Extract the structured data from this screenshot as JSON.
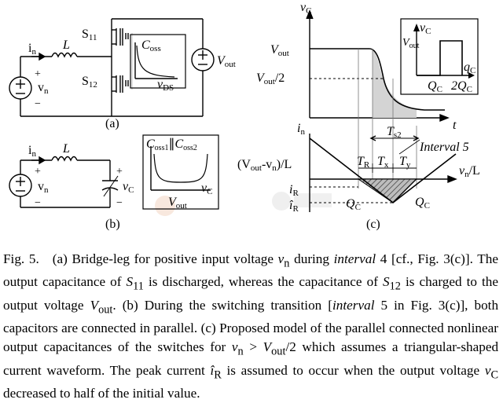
{
  "panel_a": {
    "label": "(a)",
    "current_label": "i",
    "current_sub": "n",
    "inductor": "L",
    "source_label": "v",
    "source_sub": "n",
    "plus": "+",
    "minus": "−",
    "switch_top": "S",
    "switch_top_sub": "11",
    "switch_bottom": "S",
    "switch_bottom_sub": "12",
    "inset_title": "C",
    "inset_title_sub": "oss",
    "inset_x_label": "v",
    "inset_x_sub": "DS",
    "output_label": "V",
    "output_sub": "out"
  },
  "panel_b": {
    "label": "(b)",
    "current_label": "i",
    "current_sub": "n",
    "inductor": "L",
    "source_label": "v",
    "source_sub": "n",
    "plus": "+",
    "minus": "−",
    "cap_plus": "+",
    "cap_minus": "−",
    "cap_label": "v",
    "cap_sub": "C",
    "inset_title_a": "C",
    "inset_title_a_sub": "oss1",
    "inset_title_sep": "∥",
    "inset_title_b": "C",
    "inset_title_b_sub": "oss2",
    "inset_x_label": "v",
    "inset_x_sub": "C",
    "inset_marker": "V",
    "inset_marker_sub": "out"
  },
  "panel_c": {
    "label": "(c)",
    "vc_axis": "v",
    "vc_axis_sub": "C",
    "time_axis": "t",
    "vout": "V",
    "vout_sub": "out",
    "vout_half": "V",
    "vout_half_sub": "out",
    "vout_half_suffix": "/2",
    "in_axis": "i",
    "in_axis_sub": "n",
    "slope_label": "(V",
    "slope_sub_out": "out",
    "slope_mid": "-v",
    "slope_sub_n": "n",
    "slope_end": ")/L",
    "ts2": "T",
    "ts2_sub": "s2",
    "interval": "Interval 5",
    "tr": "T",
    "tr_sub": "R",
    "tx": "T",
    "tx_sub": "x",
    "ty": "T",
    "ty_sub": "y",
    "ir": "i",
    "ir_sub": "R",
    "ir_hat": "î",
    "ir_hat_sub": "R",
    "qc": "Q",
    "qc_sub": "C",
    "qc_right": "Q",
    "qc_right_sub": "C",
    "right_slope": "v",
    "right_slope_sub": "n",
    "right_slope_suffix": "/L",
    "inset_y": "v",
    "inset_y_sub": "C",
    "inset_v": "V",
    "inset_v_sub": "out",
    "inset_x": "q",
    "inset_x_sub": "C",
    "inset_q1": "Q",
    "inset_q1_sub": "C",
    "inset_q2": "2Q",
    "inset_q2_sub": "C"
  },
  "caption": {
    "fig": "Fig. 5.",
    "text_1": "(a) Bridge-leg for positive input voltage",
    "text_vn": "v",
    "text_vn_sub": "n",
    "text_2": "during",
    "text_interval4": "interval",
    "text_3": "4 [cf., Fig. 3(c)]. The output capacitance of",
    "text_s11": "S",
    "text_s11_sub": "11",
    "text_4": "is discharged, whereas the capacitance of",
    "text_s12": "S",
    "text_s12_sub": "12",
    "text_5": "is charged to the output voltage",
    "text_vout": "V",
    "text_vout_sub": "out",
    "text_6": ". (b) During the switching transition [",
    "text_interval5": "interval",
    "text_7": "5 in Fig. 3(c)], both capacitors are connected in parallel. (c) Proposed model of the parallel connected nonlinear output capacitances of the switches for",
    "text_cond_v": "v",
    "text_cond_sub": "n",
    "text_cond_gt": ">",
    "text_cond_V": "V",
    "text_cond_Vsub": "out",
    "text_cond_div": "/2",
    "text_8": "which assumes a triangular-shaped current waveform. The peak current",
    "text_ihat": "î",
    "text_ihat_sub": "R",
    "text_9": "is assumed to occur when the output voltage",
    "text_vc": "v",
    "text_vc_sub": "C",
    "text_10": "decreased to half of the initial value."
  },
  "colors": {
    "shade": "#cfcfcf",
    "hatch": "#555555",
    "grid": "#9a9a9a"
  }
}
